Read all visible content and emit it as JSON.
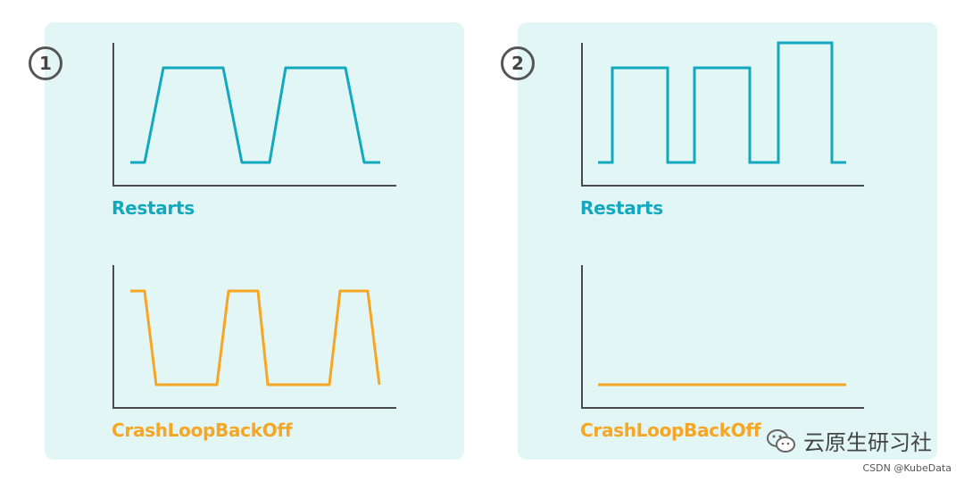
{
  "diagrams": [
    {
      "step": "1",
      "restarts_label": "Restarts",
      "crashloop_label": "CrashLoopBackOff",
      "restarts_profile": "two restart cycles with sloped transitions",
      "crashloop_profile": "high while waiting between restarts; two backoff peaks"
    },
    {
      "step": "2",
      "restarts_label": "Restarts",
      "crashloop_label": "CrashLoopBackOff",
      "restarts_profile": "three square restart pulses, last one taller",
      "crashloop_profile": "flat, stays low"
    }
  ],
  "colors": {
    "restarts": "#12a9bf",
    "crashloop": "#f6a623",
    "panel_bg": "#e3f6f6",
    "axis": "#4a4a4a"
  },
  "watermark": {
    "text": "云原生研习社",
    "icon": "wechat-icon"
  },
  "credit": "CSDN @KubeData"
}
